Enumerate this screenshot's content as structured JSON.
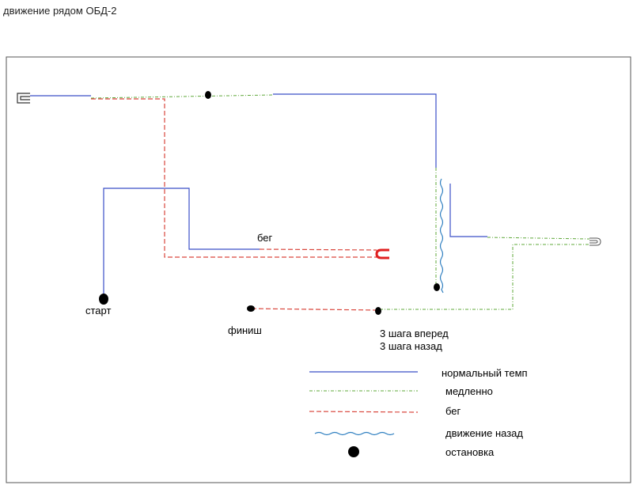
{
  "title": "движение рядом ОБД-2",
  "labels": {
    "start": "старт",
    "finish": "финиш",
    "run": "бег",
    "steps_line1": "3 шага вперед",
    "steps_line2": "3 шага назад"
  },
  "legend": {
    "normal": "нормальный темп",
    "slow": "медленно",
    "run": "бег",
    "backward": "движение назад",
    "stop": "остановка"
  },
  "colors": {
    "normal": "#3b4fc8",
    "slow": "#5fa83a",
    "run": "#d9463c",
    "backward": "#2f7fc0",
    "stop": "#000000",
    "turn_marker": "#e02020",
    "frame": "#555555"
  }
}
